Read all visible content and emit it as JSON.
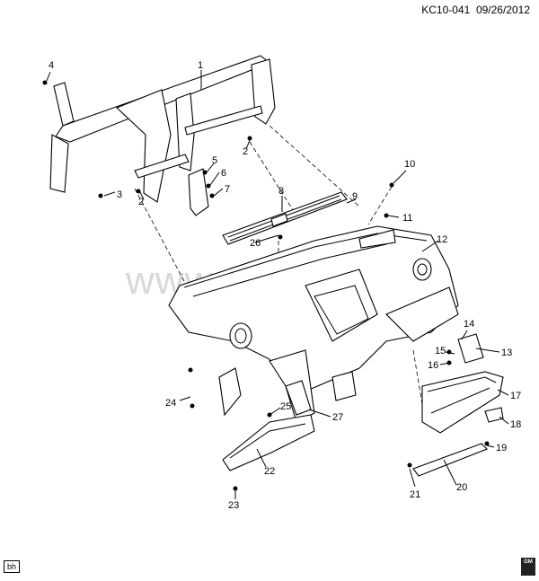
{
  "header": {
    "drawing_id": "KC10-041",
    "date": "09/26/2012"
  },
  "watermark": "www.gmsklad.ru",
  "footer": {
    "tag": "bh",
    "logo_text": "GM"
  },
  "callouts": [
    "1",
    "2",
    "2",
    "3",
    "4",
    "5",
    "6",
    "7",
    "8",
    "9",
    "10",
    "11",
    "12",
    "13",
    "14",
    "15",
    "16",
    "17",
    "18",
    "19",
    "20",
    "21",
    "22",
    "23",
    "24",
    "25",
    "26",
    "27"
  ]
}
